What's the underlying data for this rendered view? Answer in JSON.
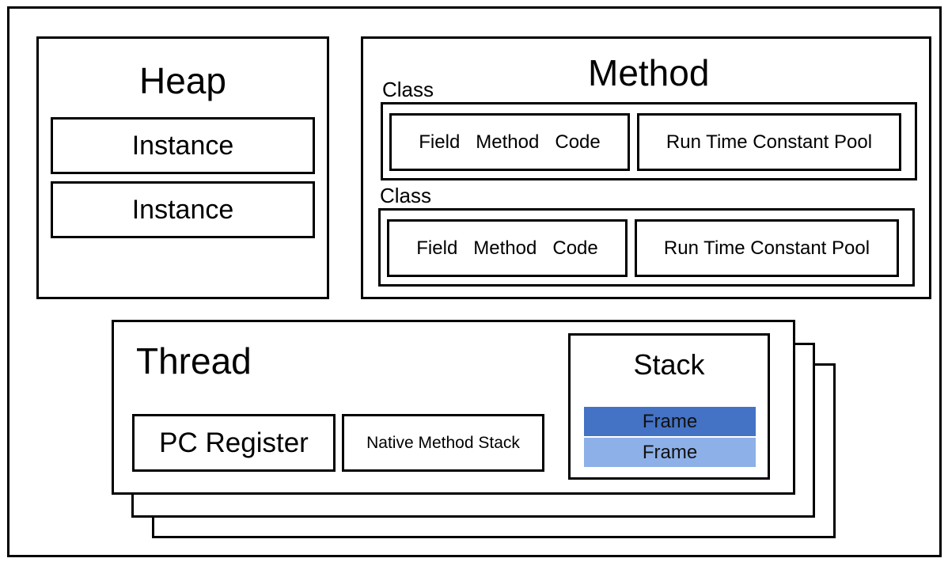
{
  "heap": {
    "title": "Heap",
    "instances": [
      "Instance",
      "Instance"
    ]
  },
  "method_area": {
    "title": "Method",
    "classes": [
      {
        "label": "Class",
        "fields": [
          "Field",
          "Method",
          "Code"
        ],
        "pool": "Run Time Constant Pool"
      },
      {
        "label": "Class",
        "fields": [
          "Field",
          "Method",
          "Code"
        ],
        "pool": "Run Time Constant Pool"
      }
    ]
  },
  "thread": {
    "title": "Thread",
    "pc_register": "PC Register",
    "native_method_stack": "Native Method Stack",
    "stack": {
      "title": "Stack",
      "frames": [
        {
          "label": "Frame",
          "color": "#4472c4"
        },
        {
          "label": "Frame",
          "color": "#8eb0e8"
        }
      ]
    }
  }
}
